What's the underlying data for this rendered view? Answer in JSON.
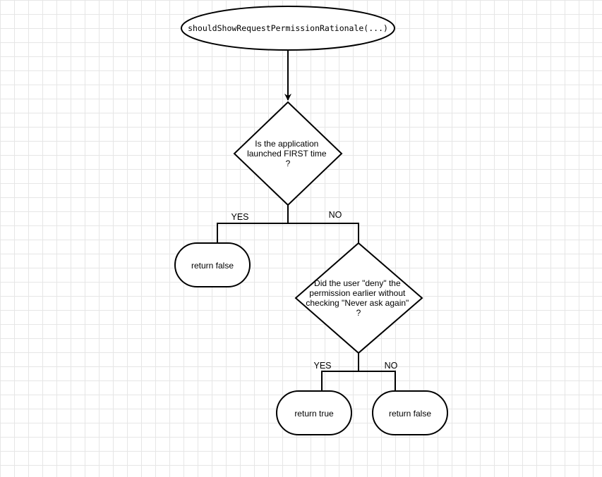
{
  "diagram": {
    "start_node": {
      "label": "shouldShowRequestPermissionRationale(...)"
    },
    "decision_first_launch": {
      "lines": [
        "Is the application",
        "launched FIRST time",
        "?"
      ]
    },
    "decision_denied": {
      "lines": [
        "Did the user \"deny\" the",
        "permission earlier without",
        "checking \"Never ask again\"",
        "?"
      ]
    },
    "terminal_first_yes": {
      "label": "return false"
    },
    "terminal_denied_yes": {
      "label": "return true"
    },
    "terminal_denied_no": {
      "label": "return false"
    },
    "edge_labels": {
      "first_yes": "YES",
      "first_no": "NO",
      "denied_yes": "YES",
      "denied_no": "NO"
    }
  }
}
